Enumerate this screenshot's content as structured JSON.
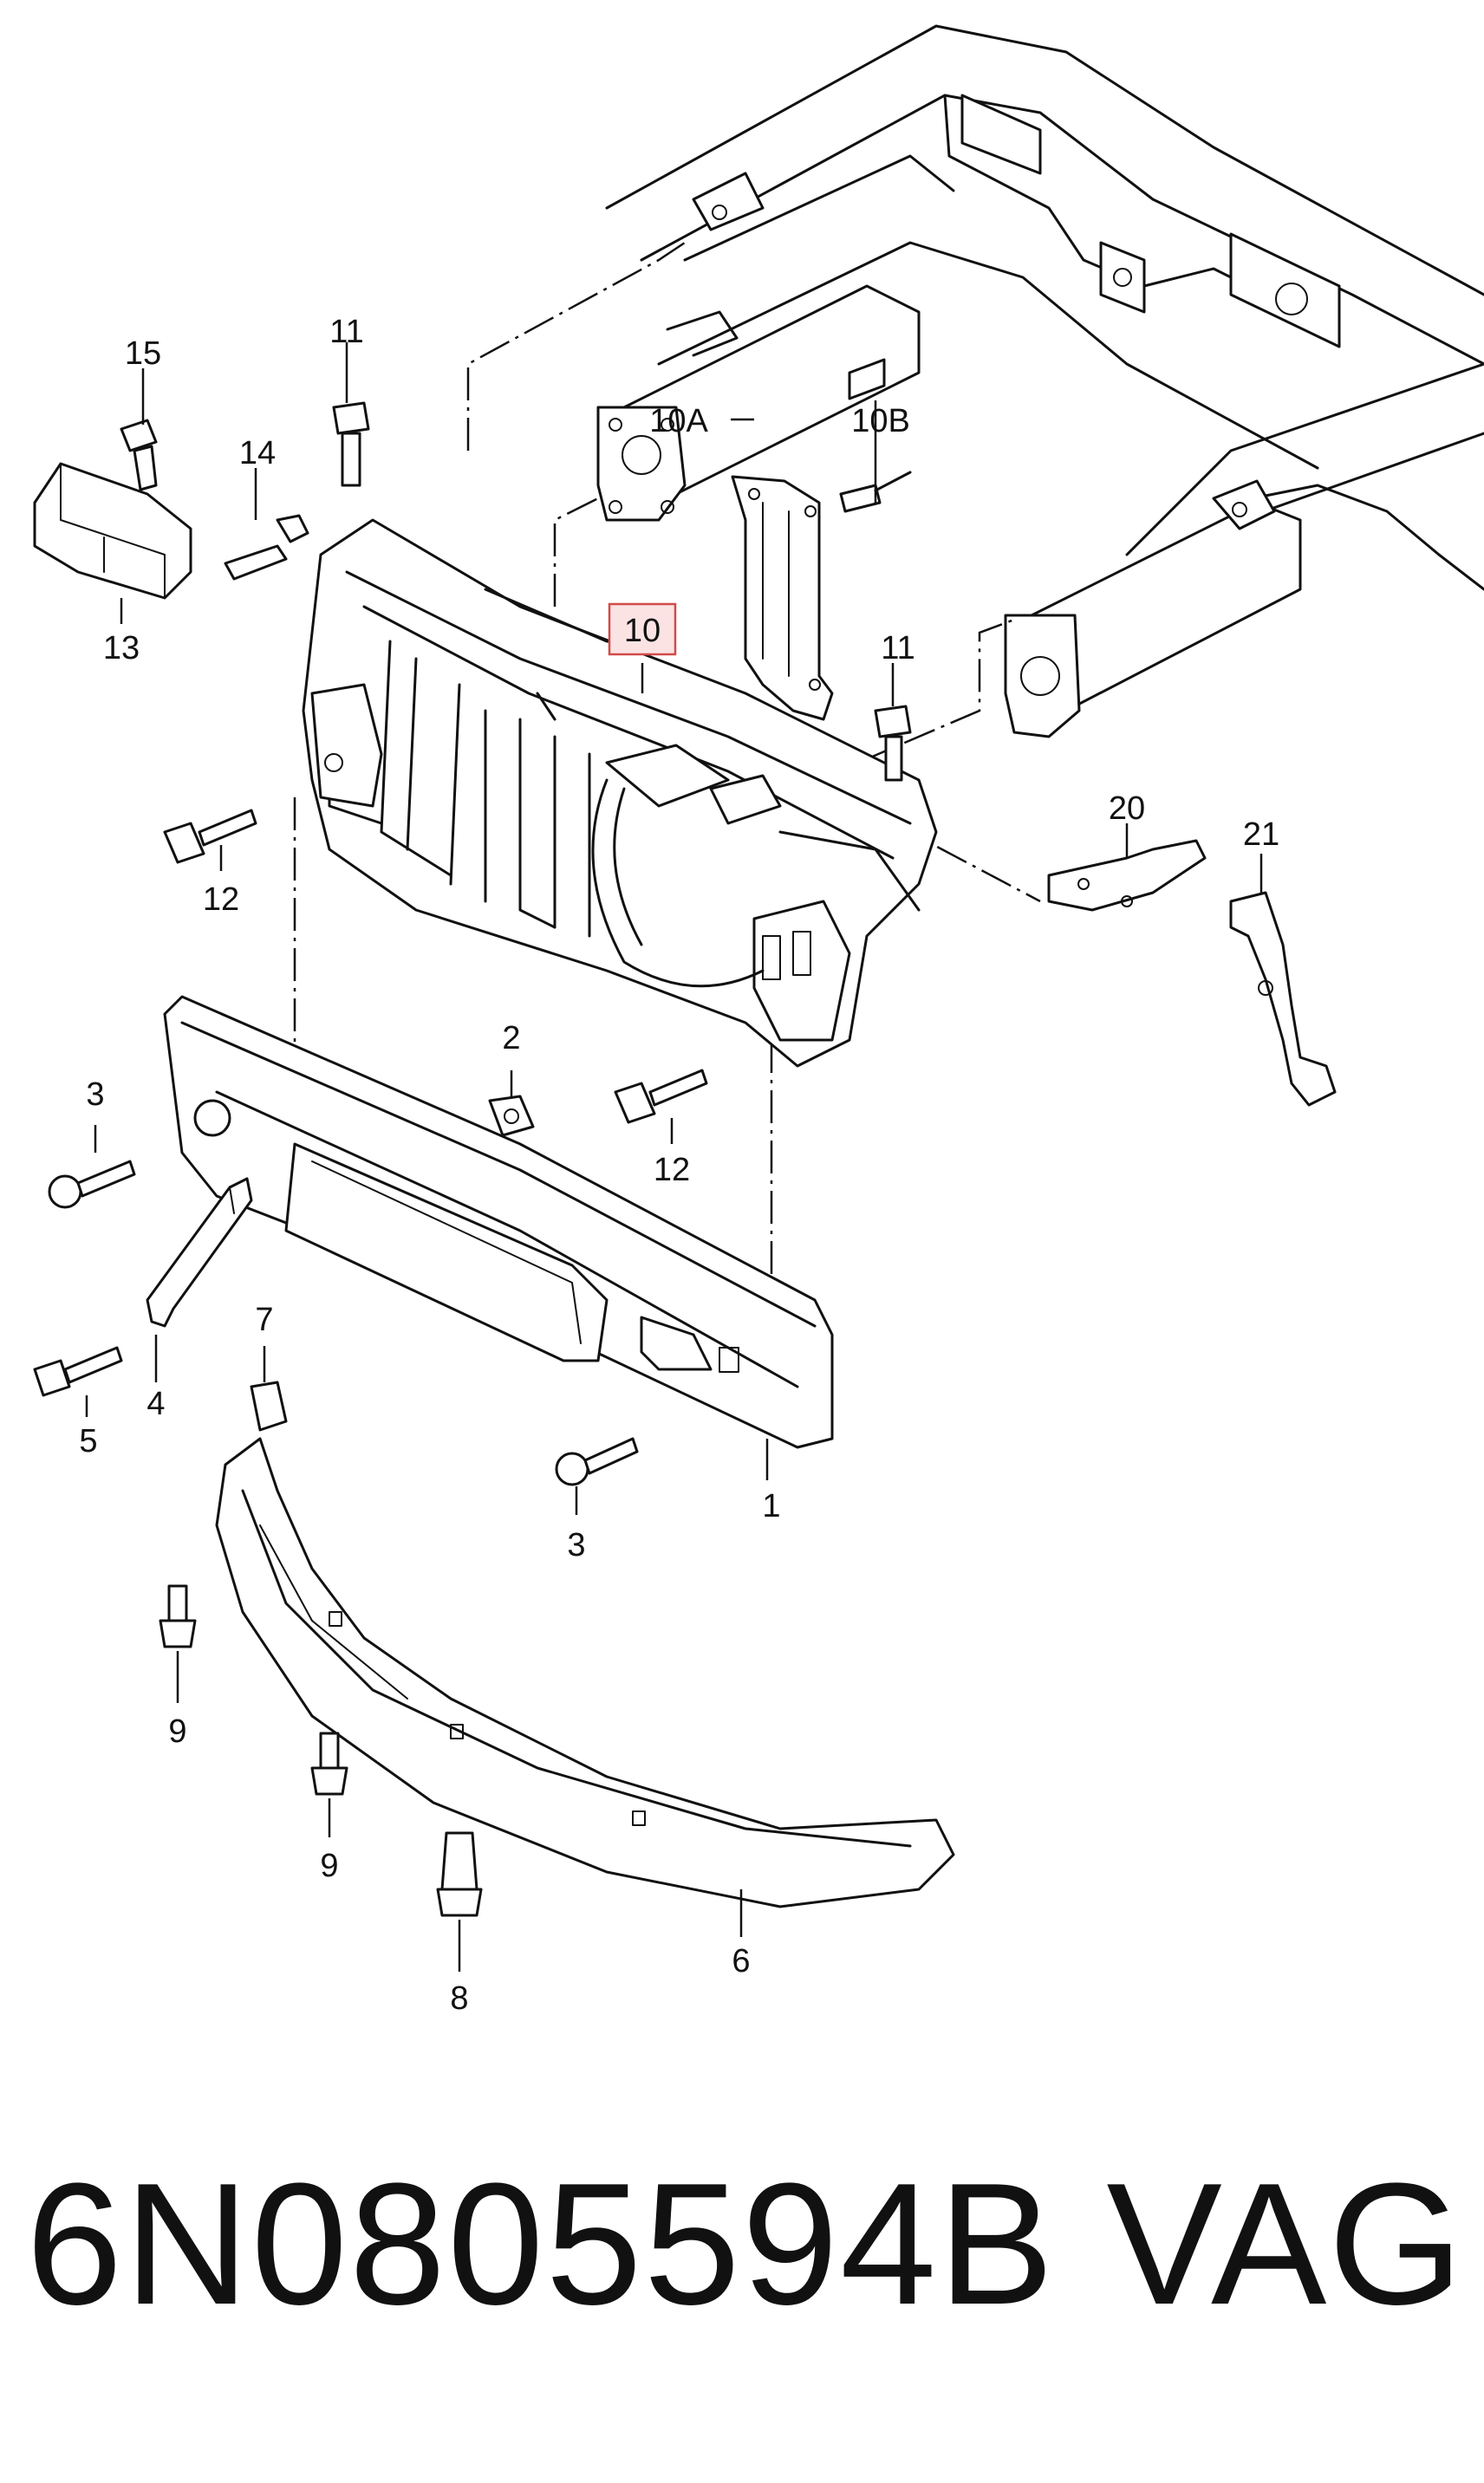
{
  "callouts": {
    "c1": "1",
    "c2": "2",
    "c3a": "3",
    "c3b": "3",
    "c4": "4",
    "c5": "5",
    "c6": "6",
    "c7": "7",
    "c8": "8",
    "c9a": "9",
    "c9b": "9",
    "c10": "10",
    "c10a": "10A",
    "c10b": "10B",
    "c11a": "11",
    "c11b": "11",
    "c12a": "12",
    "c12b": "12",
    "c13": "13",
    "c14": "14",
    "c15": "15",
    "c20": "20",
    "c21": "21"
  },
  "highlighted_callout": "10",
  "footer": {
    "part_number": "6N0805594B",
    "brand": "VAG"
  },
  "colors": {
    "line": "#111111",
    "highlight_fill": "#fbe3e3",
    "highlight_border": "#d24a4a"
  }
}
